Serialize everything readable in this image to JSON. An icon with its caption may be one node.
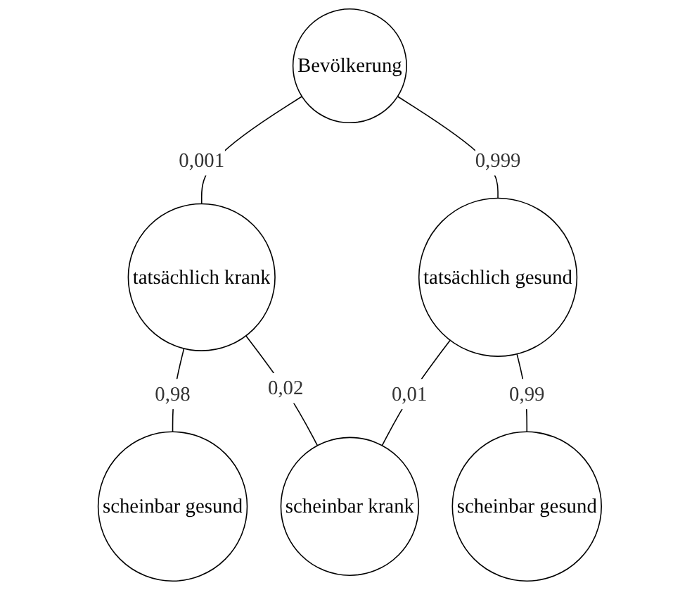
{
  "diagram": {
    "nodes": [
      {
        "text": [
          "Bevölkerung"
        ]
      },
      {
        "text": [
          "tatsächlich krank"
        ]
      },
      {
        "text": [
          "tatsächlich gesund"
        ]
      },
      {
        "text": [
          "scheinbar gesund"
        ]
      },
      {
        "text": [
          "scheinbar krank"
        ]
      },
      {
        "text": [
          "scheinbar gesund"
        ]
      }
    ],
    "edges": [
      {
        "from": 0,
        "to": 1,
        "arrow": "none",
        "label": "0,001"
      },
      {
        "from": 0,
        "to": 2,
        "arrow": "none",
        "label": "0,999"
      },
      {
        "from": 1,
        "to": 3,
        "arrow": "none",
        "label": "0,98"
      },
      {
        "from": 1,
        "to": 4,
        "arrow": "none",
        "label": "0,02"
      },
      {
        "from": 2,
        "to": 4,
        "arrow": "none",
        "label": "0,01"
      },
      {
        "from": 2,
        "to": 5,
        "arrow": "none",
        "label": "0,99"
      }
    ]
  }
}
